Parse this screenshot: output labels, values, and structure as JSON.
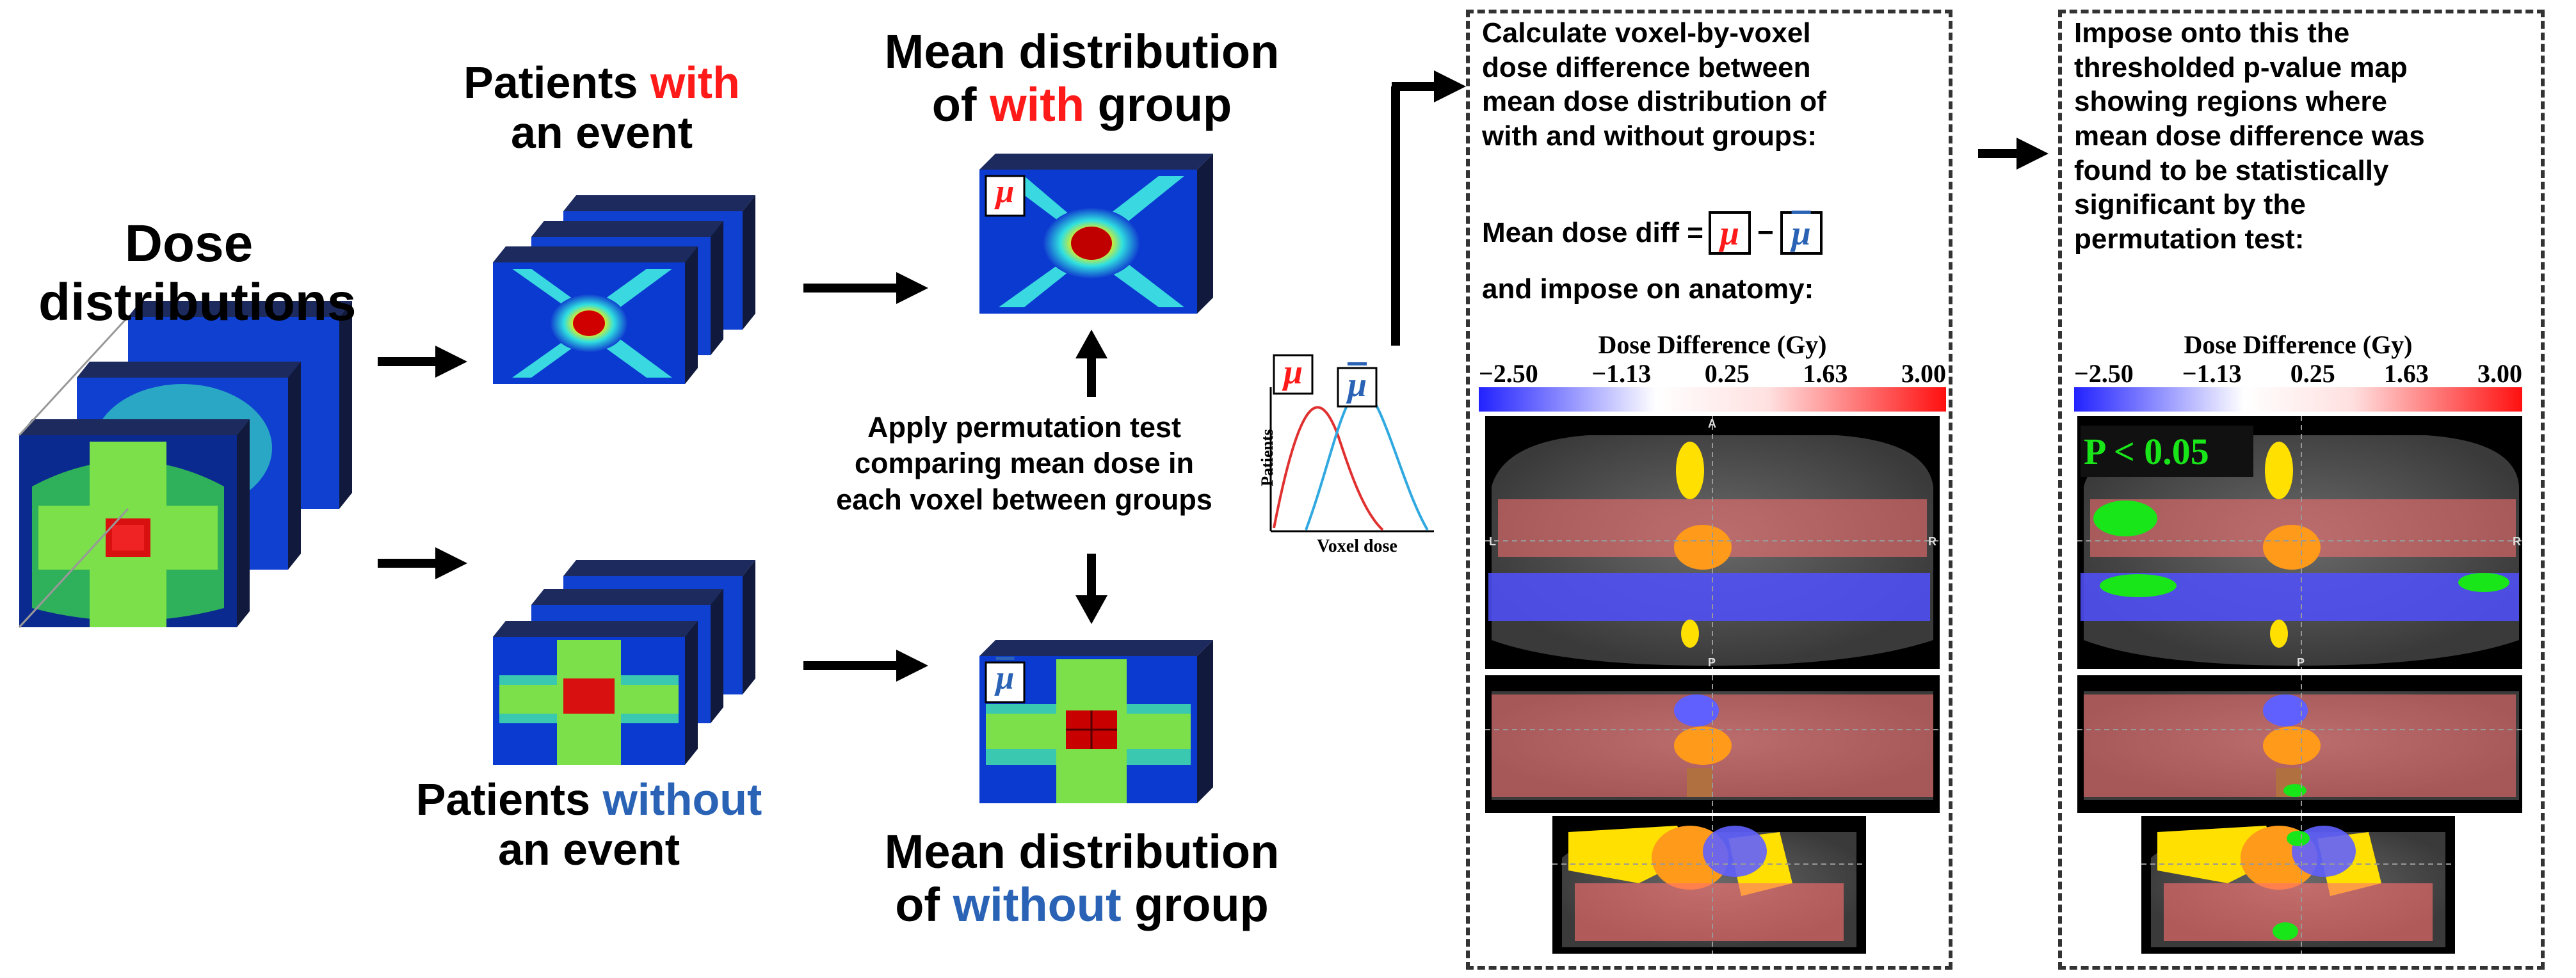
{
  "colors": {
    "red": "#ff1a1a",
    "blue": "#2a63b5",
    "navy": "#1c2a5e",
    "green_text": "#19e619"
  },
  "stage1": {
    "title_line1": "Dose",
    "title_line2": "distributions"
  },
  "with_group": {
    "pre": "Patients ",
    "word": "with",
    "line2": "an event"
  },
  "without_group": {
    "pre": "Patients ",
    "word": "without",
    "line2": "an event"
  },
  "mean_with": {
    "line1": "Mean distribution",
    "pre": "of ",
    "word": "with",
    "post": " group",
    "mu": "μ"
  },
  "mean_without": {
    "line1": "Mean distribution",
    "pre": "of ",
    "word": "without",
    "post": " group",
    "mu": "μ"
  },
  "permutation": {
    "line1": "Apply permutation test",
    "line2": "comparing mean dose in",
    "line3": "each voxel between groups"
  },
  "histogram": {
    "ylabel": "Patients",
    "xlabel": "Voxel dose",
    "mu": "μ"
  },
  "box1": {
    "text_line1": "Calculate voxel-by-voxel",
    "text_line2": "dose difference between",
    "text_line3": "mean dose distribution of",
    "text_line4": "with and without groups:",
    "formula_label": "Mean dose diff = ",
    "minus": "−",
    "mu": "μ",
    "anatomy": "and impose on anatomy:",
    "colorbar_title": "Dose Difference (Gy)",
    "ticks": [
      "−2.50",
      "−1.13",
      "0.25",
      "1.63",
      "3.00"
    ]
  },
  "box2": {
    "text_line1": "Impose onto this the",
    "text_line2": "thresholded p-value map",
    "text_line3": "showing regions where",
    "text_line4": "mean dose difference was",
    "text_line5": "found to be statistically",
    "text_line6": "significant by the",
    "text_line7": "permutation test:",
    "colorbar_title": "Dose Difference (Gy)",
    "ticks": [
      "−2.50",
      "−1.13",
      "0.25",
      "1.63",
      "3.00"
    ],
    "p_label": "P < 0.05"
  },
  "ct_labels": {
    "anterior": "A",
    "posterior": "P",
    "left": "L",
    "right": "R"
  }
}
